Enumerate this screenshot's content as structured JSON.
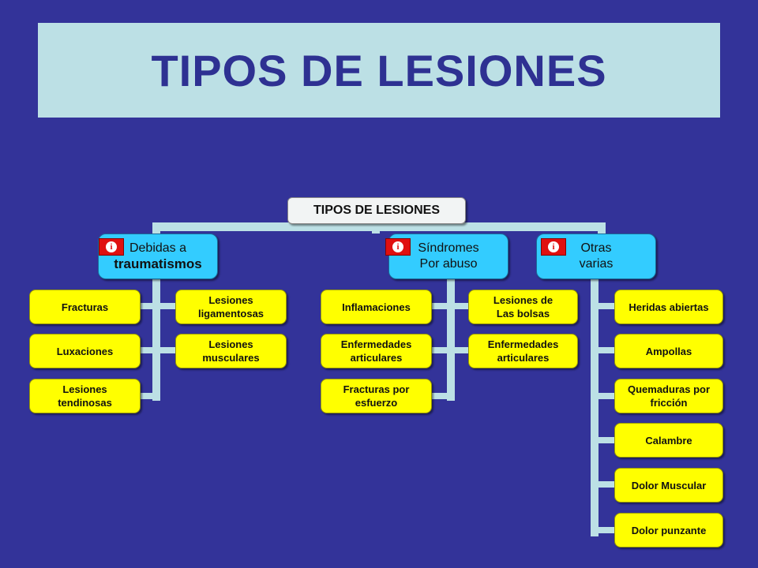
{
  "slide_title": "TIPOS DE LESIONES",
  "root": "TIPOS DE LESIONES",
  "categories": [
    {
      "label_line1": "Debidas a",
      "label_line2": "traumatismos",
      "info_icon": "info-icon",
      "left_items": [
        "Fracturas",
        "Luxaciones",
        "Lesiones\ntendinosas"
      ],
      "right_items": [
        "Lesiones\nligamentosas",
        "Lesiones\nmusculares"
      ]
    },
    {
      "label": "Síndromes\nPor abuso",
      "info_icon": "info-icon",
      "left_items": [
        "Inflamaciones",
        "Enfermedades\narticulares",
        "Fracturas por\nesfuerzo"
      ],
      "right_items": [
        "Lesiones de\nLas bolsas",
        "Enfermedades\narticulares"
      ]
    },
    {
      "label": "Otras\nvarias",
      "info_icon": "info-icon",
      "items": [
        "Heridas abiertas",
        "Ampollas",
        "Quemaduras por\nfricción",
        "Calambre",
        "Dolor Muscular",
        "Dolor punzante"
      ]
    }
  ],
  "colors": {
    "background": "#333399",
    "title_band": "#BCE0E5",
    "title_text": "#2E3192",
    "category_box": "#33CCFF",
    "leaf_box": "#FFFF00",
    "info_badge": "#E01010"
  }
}
